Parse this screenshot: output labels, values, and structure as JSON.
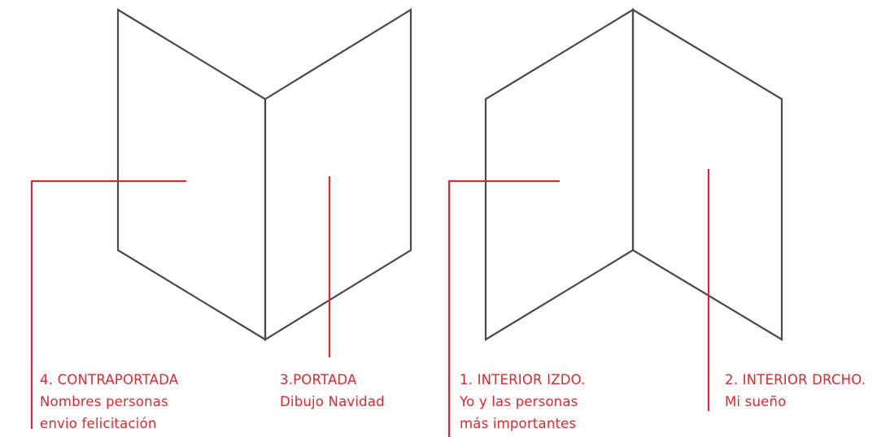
{
  "colors": {
    "outline": "#4a4a4a",
    "accent": "#e3262e",
    "background": "#ffffff"
  },
  "diagrams": [
    {
      "name": "exterior-view",
      "labels": [
        {
          "key": "contraportada",
          "lines": [
            "4. CONTRAPORTADA",
            "Nombres personas",
            "envio felicitación"
          ]
        },
        {
          "key": "portada",
          "lines": [
            "3.PORTADA",
            "Dibujo Navidad"
          ]
        }
      ]
    },
    {
      "name": "interior-view",
      "labels": [
        {
          "key": "interior-izdo",
          "lines": [
            "1. INTERIOR IZDO.",
            "Yo y las personas",
            "más importantes"
          ]
        },
        {
          "key": "interior-drcho",
          "lines": [
            "2. INTERIOR DRCHO.",
            "Mi sueño"
          ]
        }
      ]
    }
  ]
}
